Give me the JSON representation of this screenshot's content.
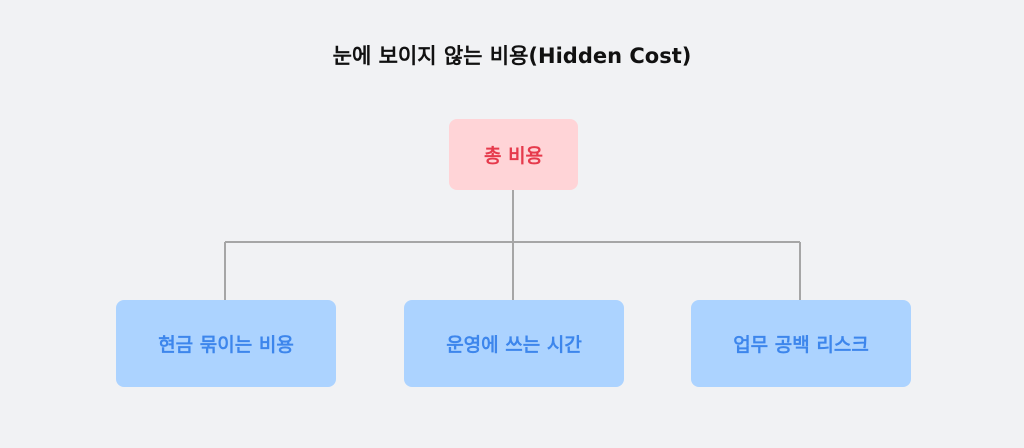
{
  "title": "눈에 보이지 않는 비용(Hidden Cost)",
  "root": {
    "label": "총 비용"
  },
  "children": [
    {
      "label": "현금 묶이는 비용"
    },
    {
      "label": "운영에 쓰는 시간"
    },
    {
      "label": "업무 공백 리스크"
    }
  ],
  "colors": {
    "background": "#f1f2f4",
    "root_fill": "#ffd4d7",
    "root_text": "#e63a4c",
    "child_fill": "#acd3ff",
    "child_text": "#3d86ec",
    "connector": "#a6a6a6"
  }
}
